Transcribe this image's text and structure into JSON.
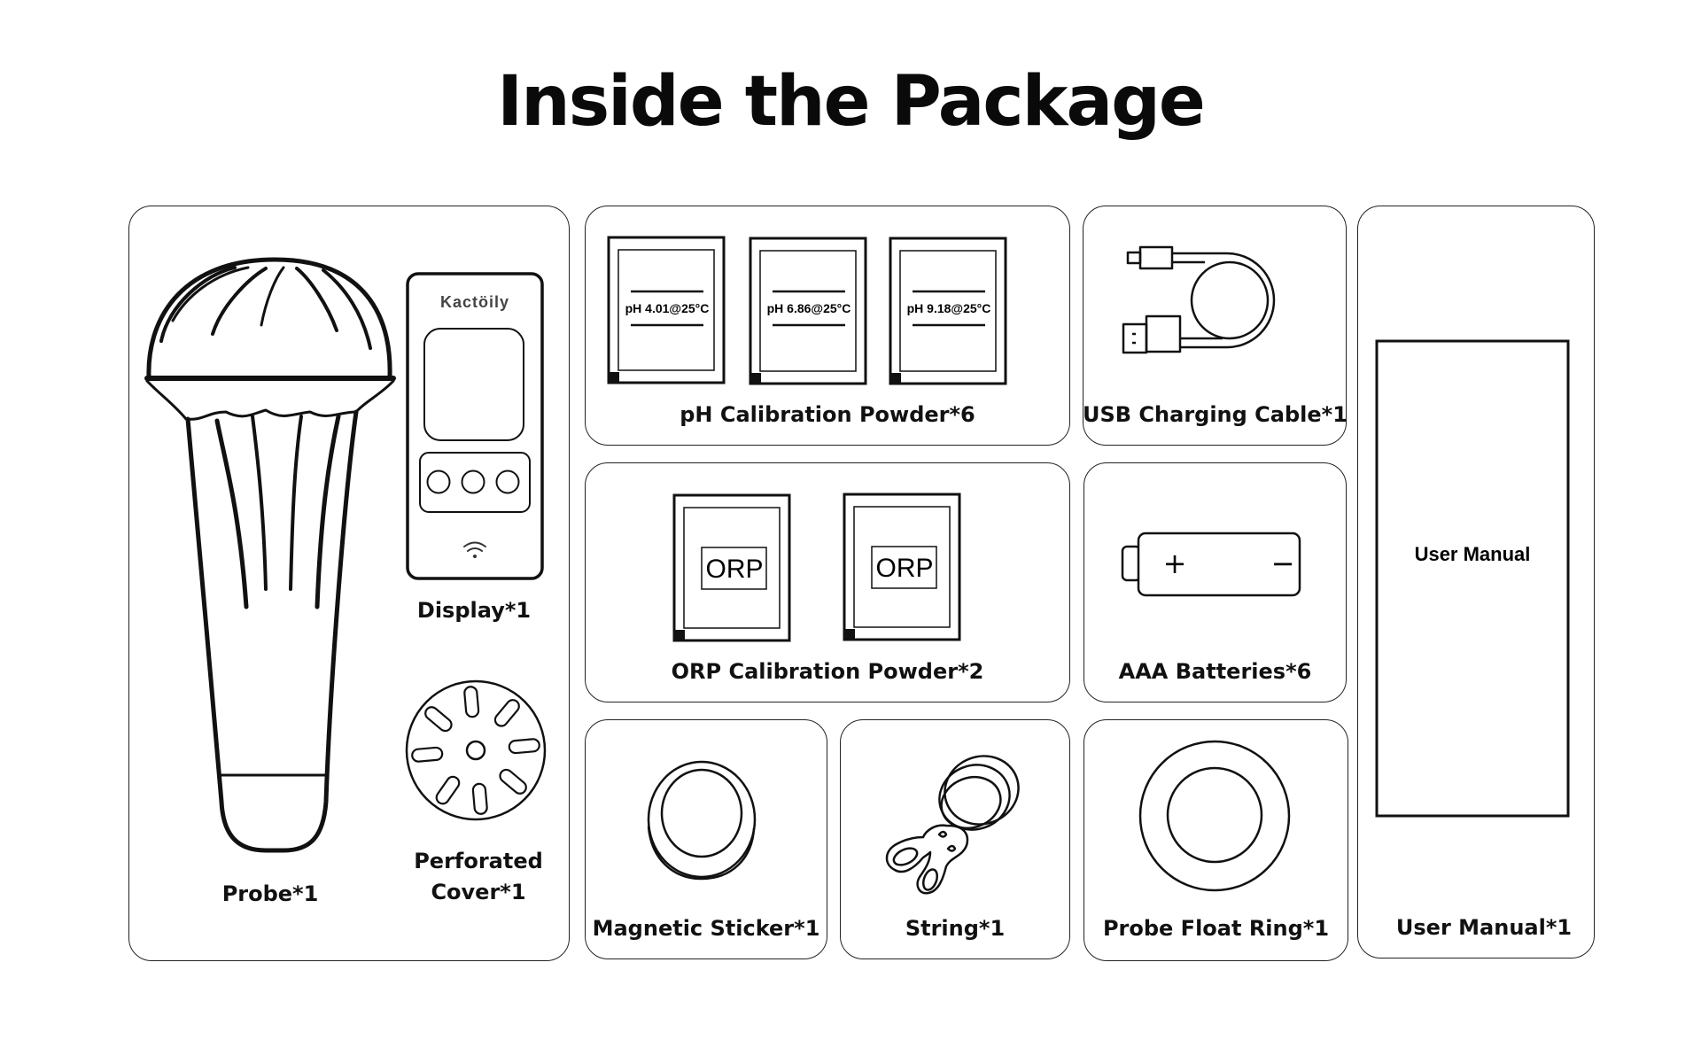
{
  "page": {
    "title": "Inside the Package"
  },
  "items": {
    "probe": {
      "label": "Probe*1",
      "quantity": 1
    },
    "display": {
      "label": "Display*1",
      "quantity": 1,
      "brand": "Kactöily"
    },
    "perforated_cover": {
      "label_line1": "Perforated",
      "label_line2": "Cover*1",
      "quantity": 1
    },
    "ph_powder": {
      "label": "pH Calibration Powder*6",
      "quantity": 6,
      "sachets": [
        "pH 4.01@25°C",
        "pH 6.86@25°C",
        "pH 9.18@25°C"
      ]
    },
    "usb_cable": {
      "label": "USB Charging Cable*1",
      "quantity": 1
    },
    "orp_powder": {
      "label": "ORP Calibration Powder*2",
      "quantity": 2,
      "sachets": [
        "ORP",
        "ORP"
      ]
    },
    "batteries": {
      "label": "AAA Batteries*6",
      "quantity": 6,
      "plus": "+",
      "minus": "−"
    },
    "magnetic_sticker": {
      "label": "Magnetic Sticker*1",
      "quantity": 1
    },
    "string": {
      "label": "String*1",
      "quantity": 1
    },
    "float_ring": {
      "label": "Probe Float Ring*1",
      "quantity": 1
    },
    "user_manual": {
      "label": "User Manual*1",
      "quantity": 1,
      "cover_text": "User Manual"
    }
  },
  "colors": {
    "line": "#111111",
    "background": "#ffffff"
  }
}
